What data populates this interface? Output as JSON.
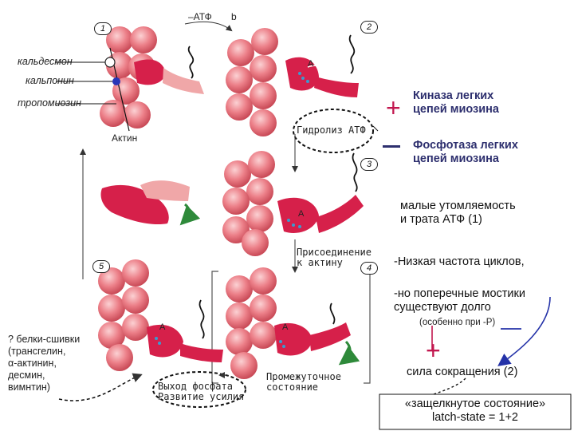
{
  "labels": {
    "caldesmon": "кальдесмон",
    "calponin": "кальпонин",
    "tropomyosin": "тропомиозин",
    "actin": "Актин",
    "minus_atp": "–АТФ",
    "b_mark": "b",
    "atp_hydrolysis": "Гидролиз АТФ",
    "actin_binding": [
      "Присоединение",
      "к актину"
    ],
    "phosphate_release": [
      "Выход фосфата",
      "Развитие усилия"
    ],
    "intermediate_state": [
      "Промежуточное",
      "состояние"
    ],
    "myosin_head": "A"
  },
  "step_numbers": [
    "1",
    "2",
    "3",
    "4",
    "5"
  ],
  "kinase": {
    "sign": "+",
    "lines": [
      "Киназа легких",
      "цепей миозина"
    ]
  },
  "phosphatase": {
    "sign": "—",
    "lines": [
      "Фосфотаза легких",
      "цепей миозина"
    ]
  },
  "notes": {
    "fatigue": [
      "малые утомляемость",
      "и трата АТФ (1)"
    ],
    "low_freq": "-Низкая частота циклов,",
    "bridges": [
      "-но поперечные мостики",
      "существуют долго"
    ],
    "especially": "(особенно при -Р)",
    "minus_sign": "—",
    "plus_sign": "+",
    "force": "сила сокращения (2)",
    "latch": [
      "«защелкнутое состояние»",
      "latch-state = 1+2"
    ],
    "crosslink": [
      "? белки-сшивки",
      "(трансгелин,",
      "α-актинин,",
      "десмин,",
      "вимнтин)"
    ]
  },
  "colors": {
    "actin_bead": "#e8747f",
    "myosin": "#d6204a",
    "myosin_light": "#f0a7a8",
    "head_dots": "#3a9bd0",
    "accent_sign": "#c2174f",
    "bold_text": "#2d2f6e",
    "arrow_green": "#2e8a3a",
    "arrow_blue": "#2432a8"
  }
}
